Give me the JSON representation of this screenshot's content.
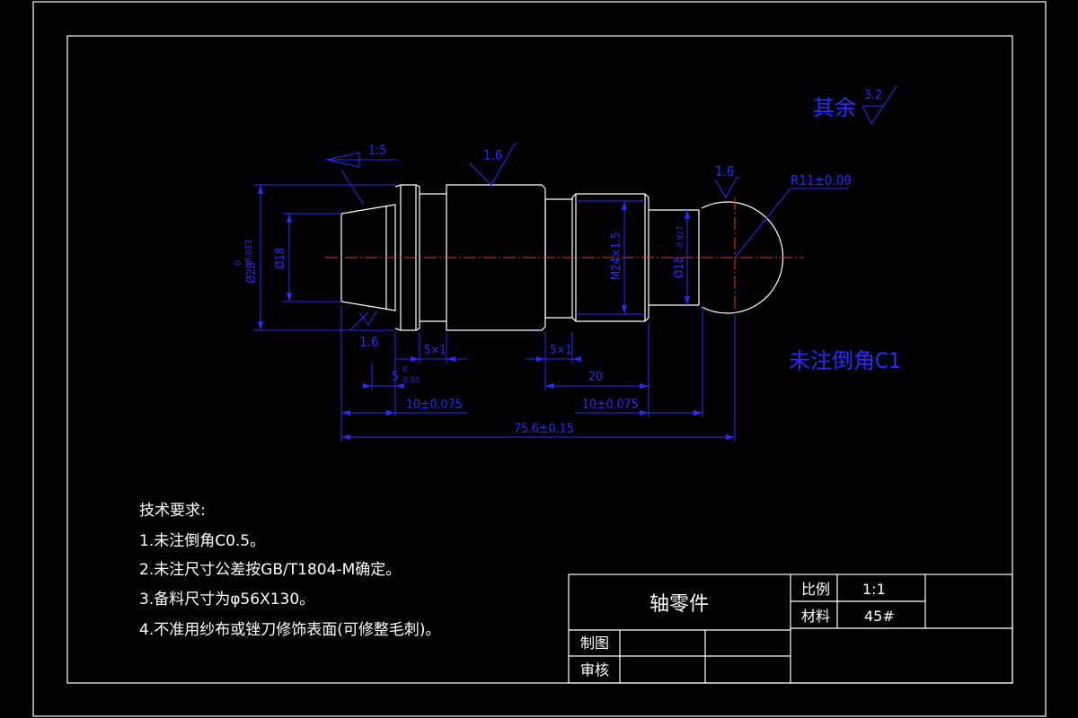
{
  "drawing": {
    "roughness_note": {
      "prefix": "其余",
      "value": "3.2"
    },
    "untoleranced_chamfer": "未注倒角C1",
    "surface_finish": {
      "taper_ratio": "1:5",
      "mid": "1.6",
      "ball": "1.6",
      "left_bottom": "1.6"
    },
    "dimensions": {
      "dia28": "Ø28",
      "dia28_upper": "0",
      "dia28_lower": "-0.033",
      "dia18": "Ø18",
      "thread": "M24×1.5",
      "dia18_2": "Ø18",
      "dia18_2_lower": "-0.027",
      "sphere": "R11±0.09",
      "groove1": "5×1",
      "groove2": "5×1",
      "len5": "5",
      "len5_upper": "0",
      "len5_lower": "-0.03",
      "len20": "20",
      "len10a": "10±0.075",
      "len10b": "10±0.075",
      "total": "75.6±0.15"
    }
  },
  "tech_requirements": {
    "title": "技术要求:",
    "items": [
      "1.未注倒角C0.5。",
      "2.未注尺寸公差按GB/T1804-M确定。",
      "3.备料尺寸为φ56X130。",
      "4.不准用纱布或锉刀修饰表面(可修整毛刺)。"
    ]
  },
  "title_block": {
    "part_name": "轴零件",
    "scale_label": "比例",
    "scale_value": "1:1",
    "material_label": "材料",
    "material_value": "45#",
    "drawn_label": "制图",
    "checked_label": "审核"
  }
}
